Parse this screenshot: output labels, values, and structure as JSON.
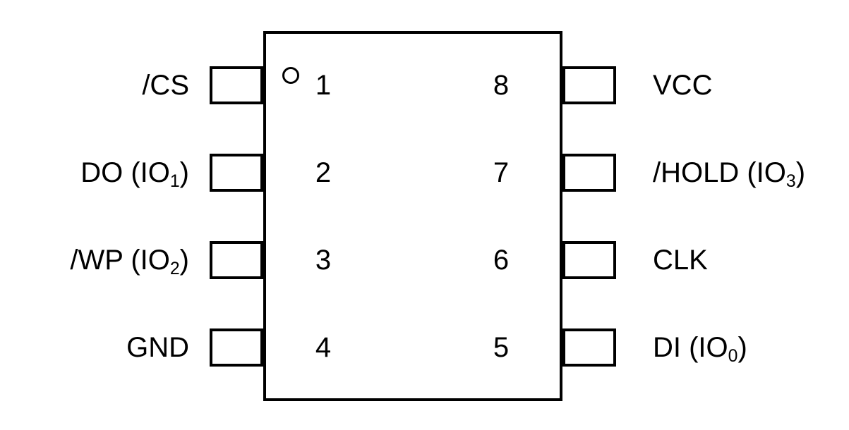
{
  "diagram": {
    "type": "ic-pinout",
    "package": "8-pin",
    "orientation": "vertical-dual-inline",
    "colors": {
      "background": "#ffffff",
      "outline": "#000000",
      "text": "#000000",
      "fill": "#ffffff"
    },
    "pin1_marker": "circle-dot"
  },
  "pins": [
    {
      "number": "1",
      "side": "left",
      "row": 1,
      "label_text": "/CS",
      "name": "/CS",
      "subscript": "",
      "suffix": ""
    },
    {
      "number": "2",
      "side": "left",
      "row": 2,
      "label_text": "DO (IO1)",
      "name": "DO (IO",
      "subscript": "1",
      "suffix": ")"
    },
    {
      "number": "3",
      "side": "left",
      "row": 3,
      "label_text": "/WP (IO2)",
      "name": "/WP (IO",
      "subscript": "2",
      "suffix": ")"
    },
    {
      "number": "4",
      "side": "left",
      "row": 4,
      "label_text": "GND",
      "name": "GND",
      "subscript": "",
      "suffix": ""
    },
    {
      "number": "8",
      "side": "right",
      "row": 1,
      "label_text": "VCC",
      "name": "VCC",
      "subscript": "",
      "suffix": ""
    },
    {
      "number": "7",
      "side": "right",
      "row": 2,
      "label_text": "/HOLD (IO3)",
      "name": "/HOLD (IO",
      "subscript": "3",
      "suffix": ")"
    },
    {
      "number": "6",
      "side": "right",
      "row": 3,
      "label_text": "CLK",
      "name": "CLK",
      "subscript": "",
      "suffix": ""
    },
    {
      "number": "5",
      "side": "right",
      "row": 4,
      "label_text": "DI (IO0)",
      "name": "DI (IO",
      "subscript": "0",
      "suffix": ")"
    }
  ]
}
